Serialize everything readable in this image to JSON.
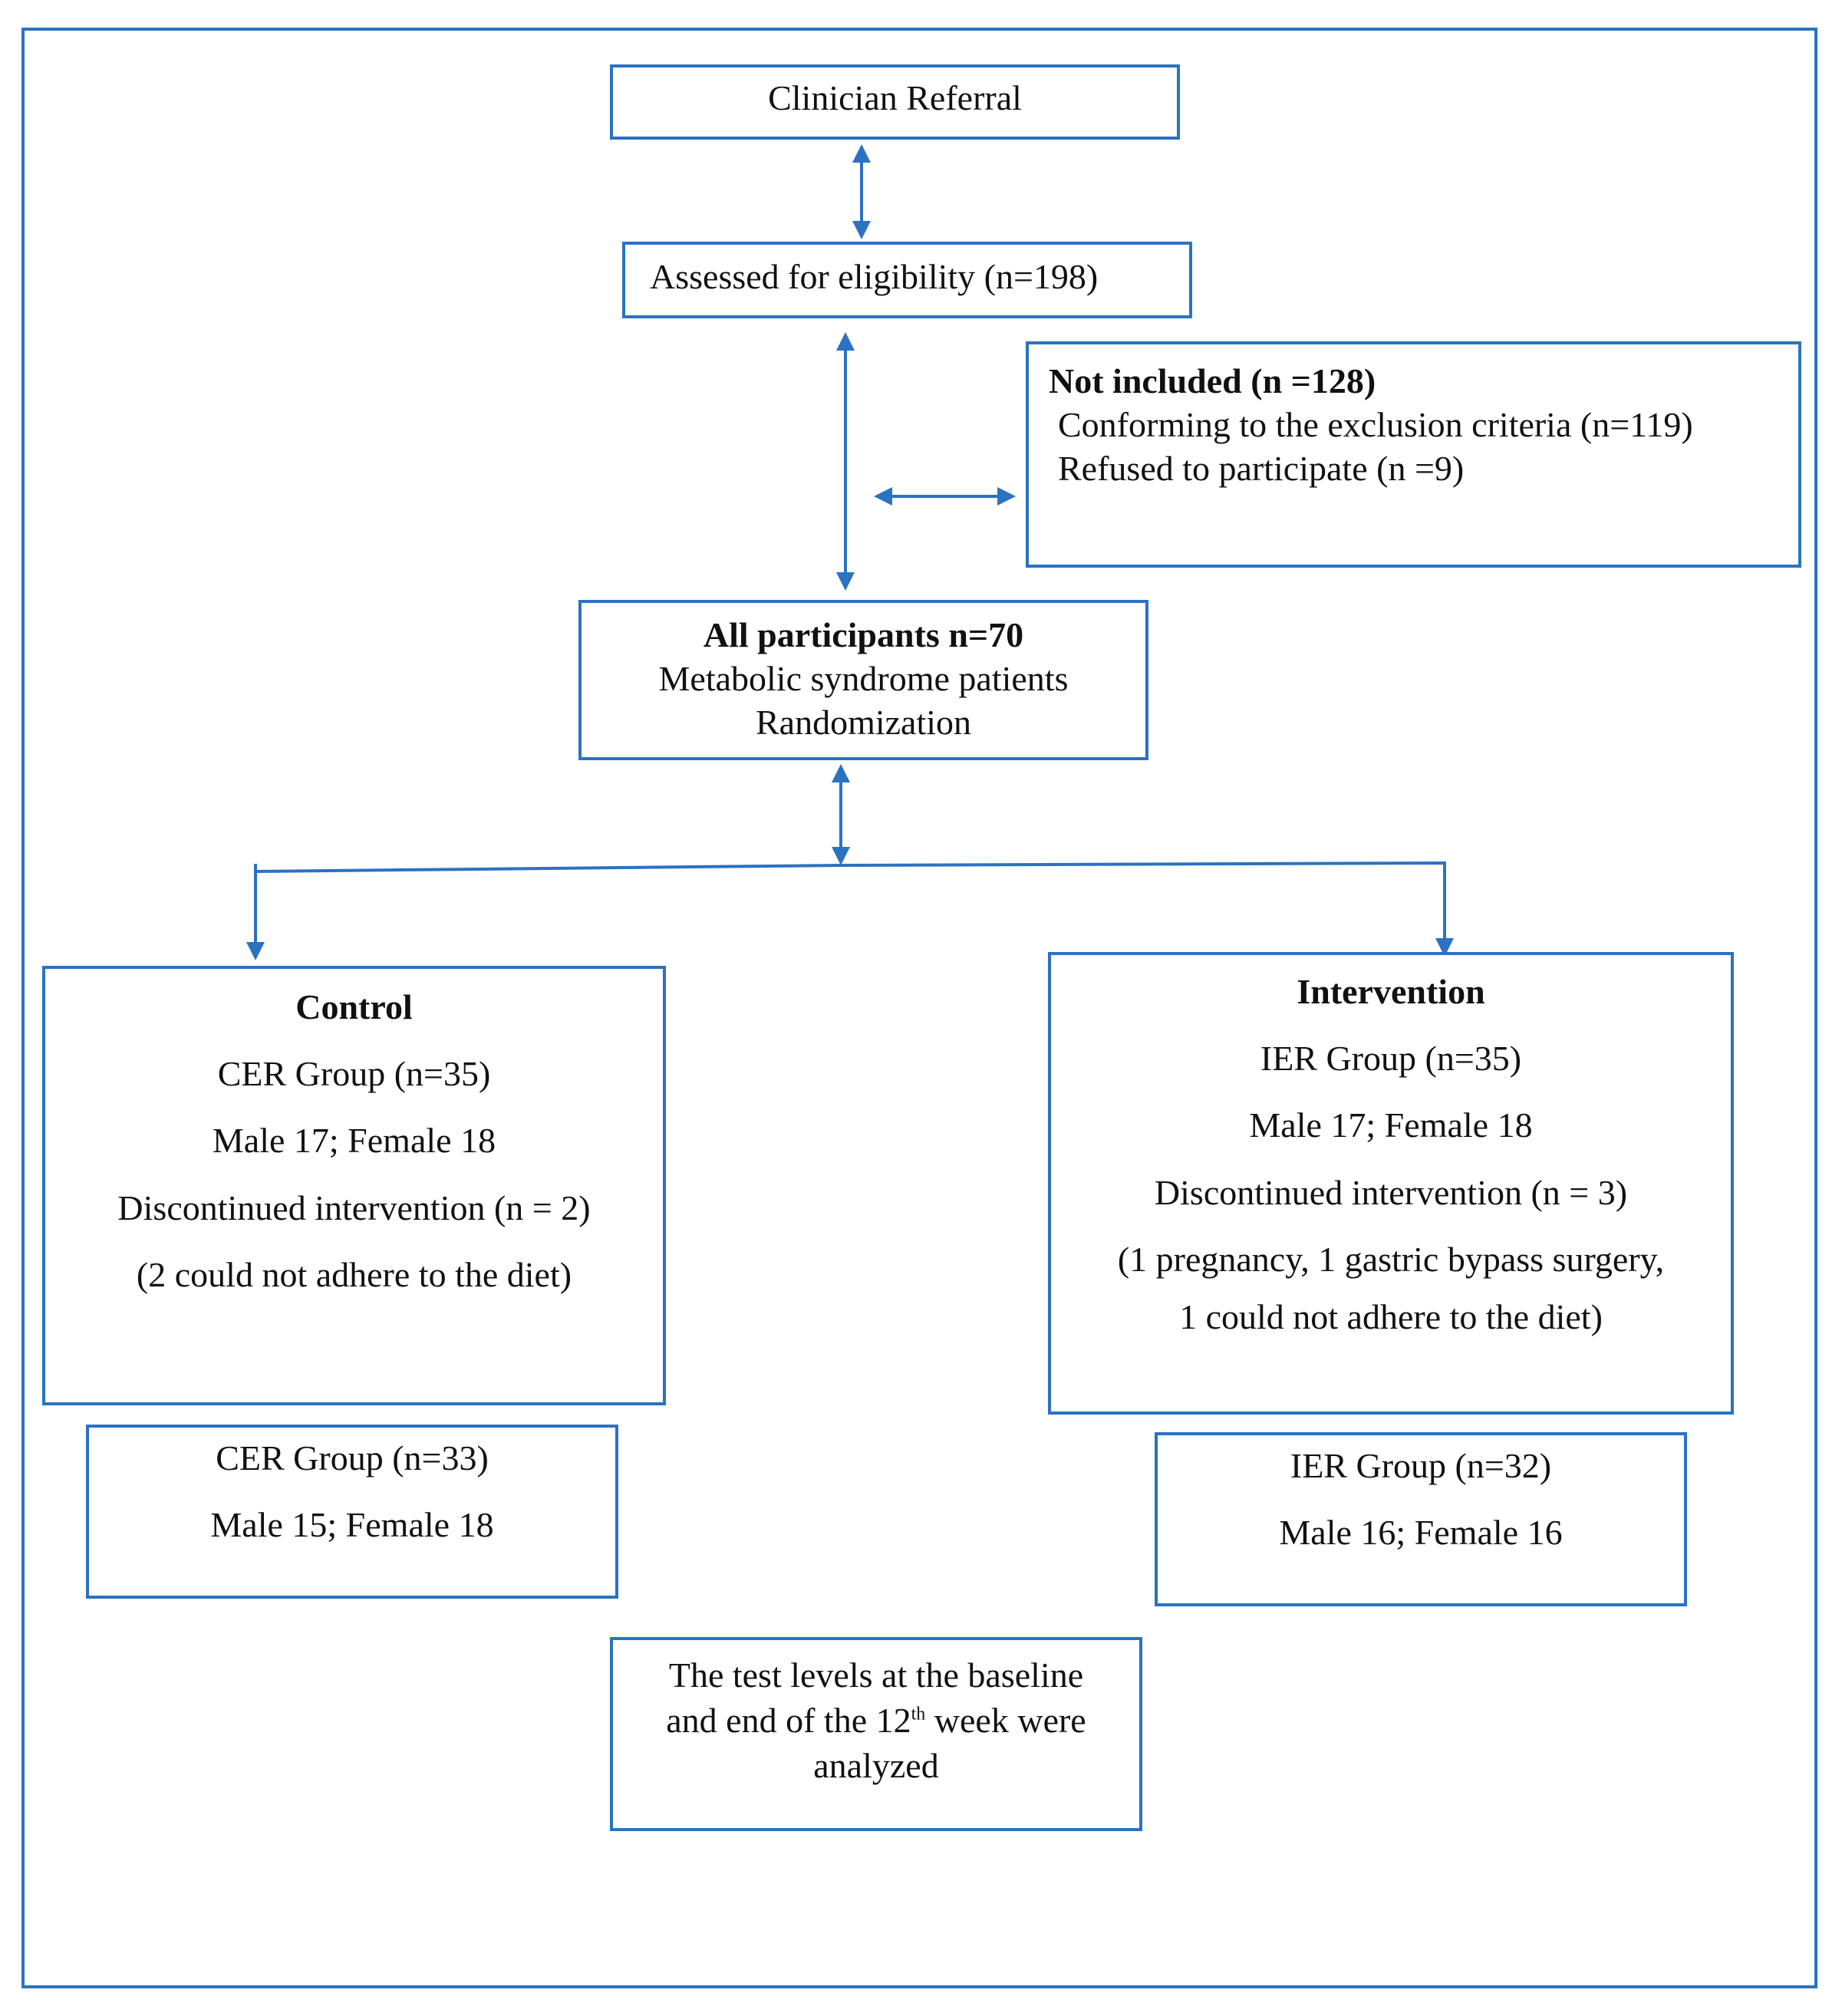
{
  "colors": {
    "border": "#2b72c2",
    "arrow": "#2b72c2",
    "text": "#111111"
  },
  "referral": {
    "text": "Clinician Referral"
  },
  "eligibility": {
    "text": "Assessed for eligibility (n=198)"
  },
  "not_included": {
    "title": "Not included (n =128)",
    "line1": "Conforming to the exclusion criteria (n=119)",
    "line2": "Refused to participate (n =9)"
  },
  "all_participants": {
    "title": "All participants n=70",
    "line1": "Metabolic syndrome patients",
    "line2": "Randomization"
  },
  "control": {
    "title": "Control",
    "group": "CER Group (n=35)",
    "sex": "Male 17; Female 18",
    "discontinued": "Discontinued intervention (n = 2)",
    "reason": "(2 could not adhere to the diet)"
  },
  "intervention": {
    "title": "Intervention",
    "group": "IER Group (n=35)",
    "sex": "Male 17; Female 18",
    "discontinued": "Discontinued intervention (n = 3)",
    "reason1": "(1 pregnancy, 1 gastric bypass surgery,",
    "reason2": "1 could not adhere to the diet)"
  },
  "control_final": {
    "group": "CER Group (n=33)",
    "sex": "Male 15; Female 18"
  },
  "intervention_final": {
    "group": "IER Group (n=32)",
    "sex": "Male 16; Female 16"
  },
  "analysis": {
    "line1": "The test levels at the baseline",
    "line2_pre": "and end of the 12",
    "line2_sup": "th",
    "line2_post": " week were",
    "line3": "analyzed"
  }
}
